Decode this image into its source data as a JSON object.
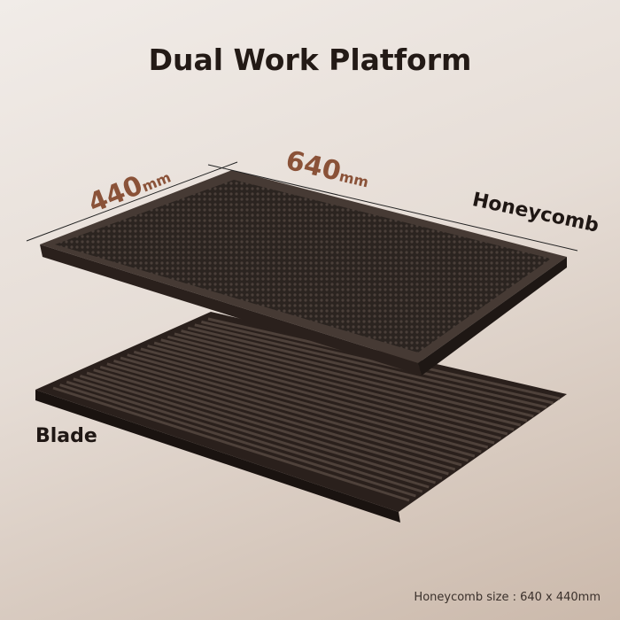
{
  "title": "Dual Work Platform",
  "dimensions": {
    "width_value": "440",
    "width_unit": "mm",
    "length_value": "640",
    "length_unit": "mm"
  },
  "labels": {
    "honeycomb": "Honeycomb",
    "blade": "Blade"
  },
  "footnote": "Honeycomb size : 640 x 440mm",
  "colors": {
    "accent": "#8a5238",
    "text": "#231a16",
    "panel": "#2a201c"
  }
}
